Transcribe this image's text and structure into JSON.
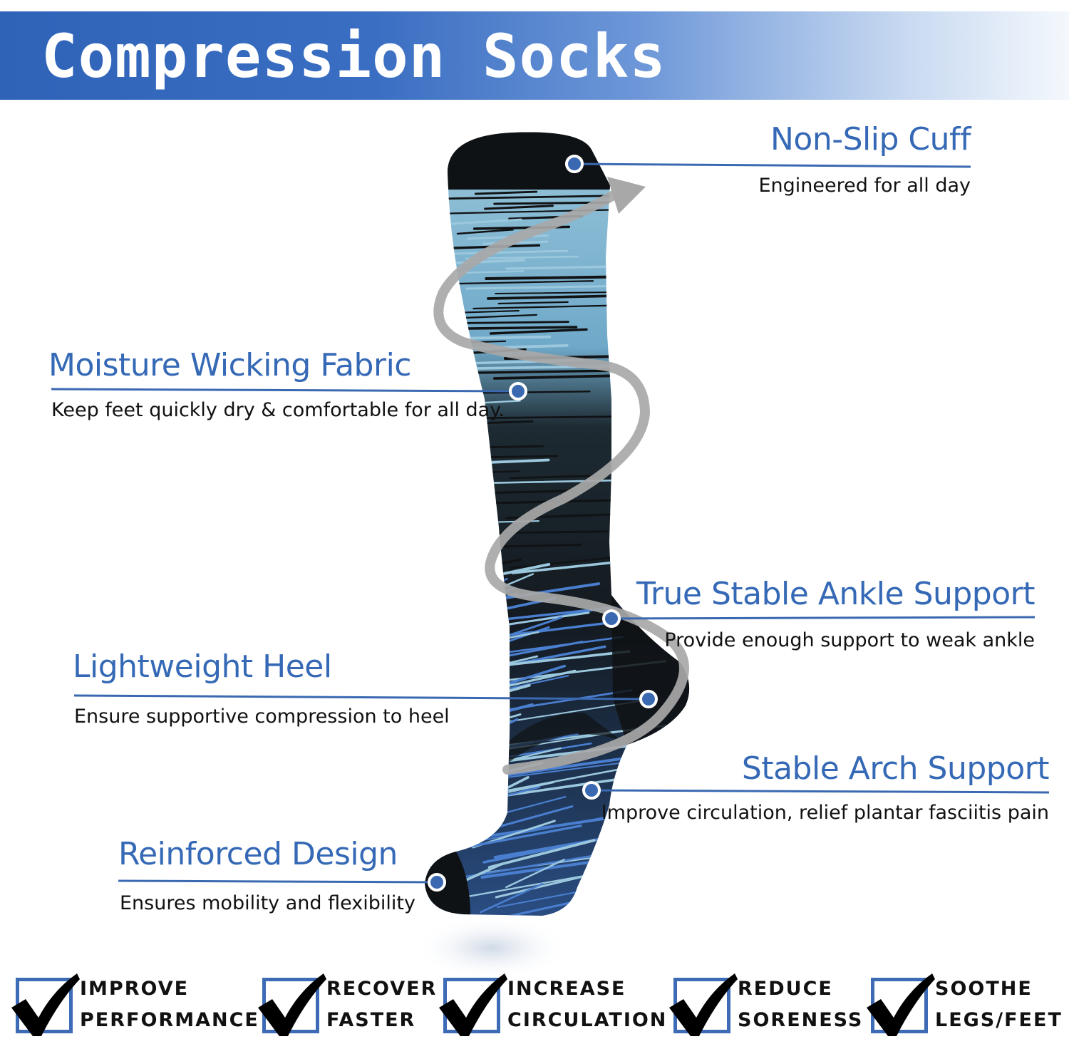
{
  "banner": {
    "title": "Compression Socks"
  },
  "features": [
    {
      "title": "Non-Slip Cuff",
      "description": "Engineered for all day"
    },
    {
      "title": "Moisture Wicking Fabric",
      "description": "Keep feet quickly dry & comfortable for all day."
    },
    {
      "title": "True Stable Ankle Support",
      "description": "Provide enough support to weak ankle"
    },
    {
      "title": "Lightweight Heel",
      "description": "Ensure supportive compression to heel"
    },
    {
      "title": "Stable Arch Support",
      "description": "Improve circulation, relief plantar fasciitis pain"
    },
    {
      "title": "Reinforced Design",
      "description": "Ensures mobility and flexibility"
    }
  ],
  "benefits": [
    {
      "line1": "IMPROVE",
      "line2": "PERFORMANCE"
    },
    {
      "line1": "RECOVER",
      "line2": "FASTER"
    },
    {
      "line1": "INCREASE",
      "line2": "CIRCULATION"
    },
    {
      "line1": "REDUCE",
      "line2": "SORENESS"
    },
    {
      "line1": "SOOTHE",
      "line2": "LEGS/FEET"
    }
  ],
  "colors": {
    "accent": "#3569b6",
    "sock_dark": "#101214",
    "sock_light_stripe": "#9cc8de",
    "sock_blue_stripe": "#4a7fd0",
    "arrow_gray": "#a8a8a8"
  },
  "icons": [
    "check-box-icon",
    "spiral-arrow-icon",
    "callout-dot-icon"
  ]
}
